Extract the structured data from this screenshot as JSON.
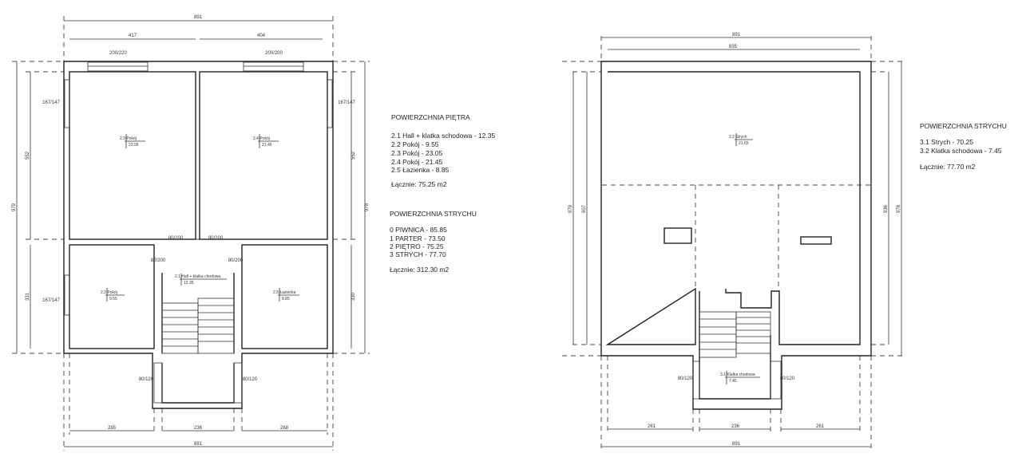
{
  "floor_plan": {
    "dims": {
      "total_w": "891",
      "left_w": "417",
      "right_w": "404",
      "total_h": "979",
      "upper_h": "552",
      "lower_h_left": "331",
      "lower_h_right": "330",
      "right_total_h": "978",
      "bottom_left": "285",
      "bottom_mid": "236",
      "bottom_right": "268",
      "bottom_total": "891"
    },
    "openings": {
      "win_top_left": "200/220",
      "win_top_right": "200/200",
      "win_side": "167/147",
      "win_side_low": "167/147",
      "door_a": "80/200",
      "door_b": "90/200",
      "door_c": "80/200",
      "door_d": "80/200",
      "door_e": "80/120",
      "door_f": "80/120"
    },
    "rooms": [
      {
        "name": "2.3 Pokój",
        "area": "23.05"
      },
      {
        "name": "2.4 Pokój",
        "area": "21.45"
      },
      {
        "name": "2.2 Pokój",
        "area": "9.55"
      },
      {
        "name": "2.1 Hall + klatka chodowa",
        "area": "12.35"
      },
      {
        "name": "2.5 Łazienka",
        "area": "8.85"
      }
    ],
    "summary": {
      "title": "POWIERZCHNIA PIĘTRA",
      "items": [
        "2.1 Hall + klatka schodowa - 12.35",
        "2.2 Pokój - 9.55",
        "2.3 Pokój - 23.05",
        "2.4 Pokój - 21.45",
        "2.5 Łazienka - 8.85"
      ],
      "total": "Łącznie: 75.25 m2"
    },
    "summary2": {
      "title": "POWIERZCHNIA STRYCHU",
      "items": [
        "0 PIWNICA - 85.85",
        "1 PARTER - 73.50",
        "2 PIĘTRO - 75.25",
        "3 STRYCH - 77.70"
      ],
      "total": "Łącznie: 312.30 m2"
    }
  },
  "attic_plan": {
    "dims": {
      "total_w": "891",
      "inner_w": "835",
      "left_h": "979",
      "left_inner_h": "907",
      "right_inner_h": "936",
      "right_h": "978",
      "bottom_left": "261",
      "bottom_mid": "236",
      "bottom_right": "261",
      "bottom_total": "891"
    },
    "openings": {
      "door_l": "80/120",
      "door_r": "80/120"
    },
    "rooms": [
      {
        "name": "3.2 Strych",
        "area": "21.65"
      },
      {
        "name": "3.1 Klatka chodowa",
        "area": "7.45"
      }
    ],
    "summary": {
      "title": "POWIERZCHNIA STRYCHU",
      "items": [
        "3.1 Strych - 70.25",
        "3.2 Klatka schodowa - 7.45"
      ],
      "total": "Łącznie: 77.70 m2"
    }
  }
}
